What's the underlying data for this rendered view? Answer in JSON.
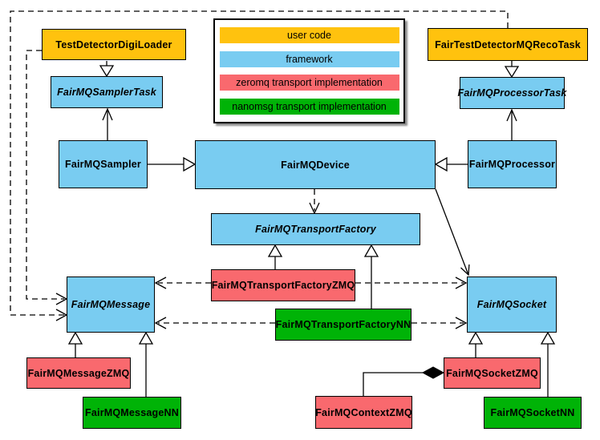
{
  "colors": {
    "user_code": "#FFC20E",
    "framework": "#79CCF1",
    "zeromq": "#F9696E",
    "nanomsg": "#00B307"
  },
  "legend": {
    "items": [
      {
        "label": "user code",
        "role": "user_code"
      },
      {
        "label": "framework",
        "role": "framework"
      },
      {
        "label": "zeromq transport implementation",
        "role": "zeromq"
      },
      {
        "label": "nanomsg transport implementation",
        "role": "nanomsg"
      }
    ]
  },
  "nodes": {
    "test_detector_digi_loader": {
      "label": "TestDetectorDigiLoader",
      "role": "user_code",
      "abstract": false
    },
    "fair_test_detector_mq_reco_task": {
      "label": "FairTestDetectorMQRecoTask",
      "role": "user_code",
      "abstract": false
    },
    "fairmq_sampler_task": {
      "label": "FairMQSamplerTask",
      "role": "framework",
      "abstract": true
    },
    "fairmq_processor_task": {
      "label": "FairMQProcessorTask",
      "role": "framework",
      "abstract": true
    },
    "fairmq_sampler": {
      "label": "FairMQSampler",
      "role": "framework",
      "abstract": false
    },
    "fairmq_device": {
      "label": "FairMQDevice",
      "role": "framework",
      "abstract": false
    },
    "fairmq_processor": {
      "label": "FairMQProcessor",
      "role": "framework",
      "abstract": false
    },
    "fairmq_transport_factory": {
      "label": "FairMQTransportFactory",
      "role": "framework",
      "abstract": true
    },
    "fairmq_transport_factory_zmq": {
      "label": "FairMQTransportFactoryZMQ",
      "role": "zeromq",
      "abstract": false
    },
    "fairmq_transport_factory_nn": {
      "label": "FairMQTransportFactoryNN",
      "role": "nanomsg",
      "abstract": false
    },
    "fairmq_message": {
      "label": "FairMQMessage",
      "role": "framework",
      "abstract": true
    },
    "fairmq_socket": {
      "label": "FairMQSocket",
      "role": "framework",
      "abstract": true
    },
    "fairmq_message_zmq": {
      "label": "FairMQMessageZMQ",
      "role": "zeromq",
      "abstract": false
    },
    "fairmq_message_nn": {
      "label": "FairMQMessageNN",
      "role": "nanomsg",
      "abstract": false
    },
    "fairmq_context_zmq": {
      "label": "FairMQContextZMQ",
      "role": "zeromq",
      "abstract": false
    },
    "fairmq_socket_zmq": {
      "label": "FairMQSocketZMQ",
      "role": "zeromq",
      "abstract": false
    },
    "fairmq_socket_nn": {
      "label": "FairMQSocketNN",
      "role": "nanomsg",
      "abstract": false
    }
  },
  "relationships": [
    {
      "from": "TestDetectorDigiLoader",
      "to": "FairMQSamplerTask",
      "type": "inheritance"
    },
    {
      "from": "FairTestDetectorMQRecoTask",
      "to": "FairMQProcessorTask",
      "type": "inheritance"
    },
    {
      "from": "FairMQSampler",
      "to": "FairMQDevice",
      "type": "inheritance"
    },
    {
      "from": "FairMQProcessor",
      "to": "FairMQDevice",
      "type": "inheritance"
    },
    {
      "from": "FairMQSampler",
      "to": "FairMQSamplerTask",
      "type": "association"
    },
    {
      "from": "FairMQProcessor",
      "to": "FairMQProcessorTask",
      "type": "association"
    },
    {
      "from": "FairMQDevice",
      "to": "FairMQTransportFactory",
      "type": "dependency"
    },
    {
      "from": "FairMQDevice",
      "to": "FairMQSocket",
      "type": "association"
    },
    {
      "from": "FairMQTransportFactoryZMQ",
      "to": "FairMQTransportFactory",
      "type": "inheritance"
    },
    {
      "from": "FairMQTransportFactoryNN",
      "to": "FairMQTransportFactory",
      "type": "inheritance"
    },
    {
      "from": "FairMQTransportFactoryZMQ",
      "to": "FairMQMessage",
      "type": "dependency"
    },
    {
      "from": "FairMQTransportFactoryZMQ",
      "to": "FairMQSocket",
      "type": "dependency"
    },
    {
      "from": "FairMQTransportFactoryNN",
      "to": "FairMQMessage",
      "type": "dependency"
    },
    {
      "from": "FairMQTransportFactoryNN",
      "to": "FairMQSocket",
      "type": "dependency"
    },
    {
      "from": "TestDetectorDigiLoader",
      "to": "FairMQMessage",
      "type": "dependency"
    },
    {
      "from": "FairTestDetectorMQRecoTask",
      "to": "FairMQMessage",
      "type": "dependency"
    },
    {
      "from": "FairMQMessageZMQ",
      "to": "FairMQMessage",
      "type": "inheritance"
    },
    {
      "from": "FairMQMessageNN",
      "to": "FairMQMessage",
      "type": "inheritance"
    },
    {
      "from": "FairMQSocketZMQ",
      "to": "FairMQSocket",
      "type": "inheritance"
    },
    {
      "from": "FairMQSocketNN",
      "to": "FairMQSocket",
      "type": "inheritance"
    },
    {
      "from": "FairMQContextZMQ",
      "to": "FairMQSocketZMQ",
      "type": "composition"
    }
  ]
}
